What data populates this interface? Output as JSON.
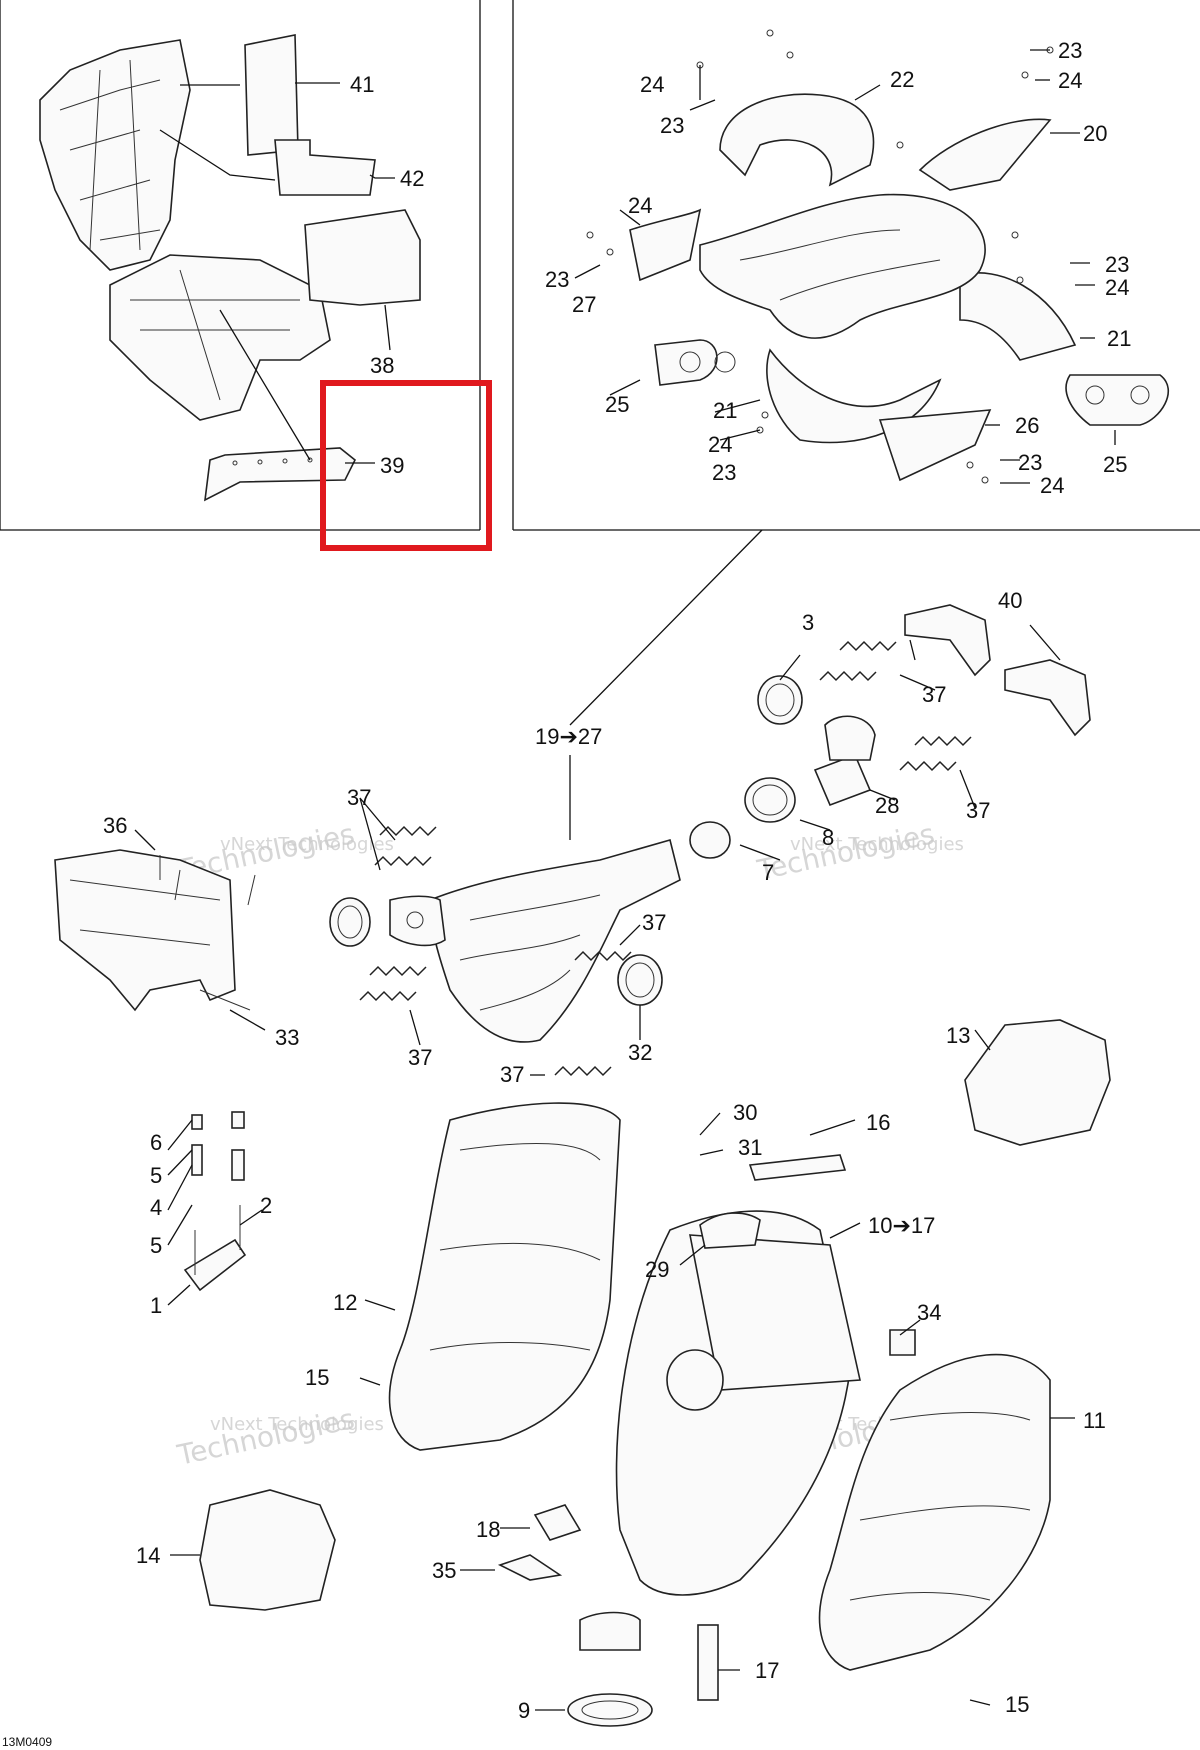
{
  "diagram_code": "13M0409",
  "watermark": {
    "line1": "vNext Technologies",
    "line2": "Technologies"
  },
  "highlight": {
    "color": "#e0191e",
    "target": "39"
  },
  "callouts": {
    "c41": "41",
    "c42": "42",
    "c38": "38",
    "c39": "39",
    "c24a": "24",
    "c23a": "23",
    "c22": "22",
    "c23b": "23",
    "c24b": "24",
    "c20": "20",
    "c24c": "24",
    "c23c": "23",
    "c27": "27",
    "c23d": "23",
    "c24d": "24",
    "c21a": "21",
    "c25a": "25",
    "c21b": "21",
    "c26": "26",
    "c24e": "24",
    "c23e": "23",
    "c23f": "23",
    "c24f": "24",
    "c25b": "25",
    "c3": "3",
    "c40": "40",
    "c37a": "37",
    "c19": "19➔27",
    "c28": "28",
    "c37b": "37",
    "c37c": "37",
    "c36": "36",
    "c8": "8",
    "c7": "7",
    "c37d": "37",
    "c33": "33",
    "c37e": "37",
    "c32": "32",
    "c37f": "37",
    "c13": "13",
    "c6": "6",
    "c5a": "5",
    "c4": "4",
    "c5b": "5",
    "c2": "2",
    "c1": "1",
    "c30": "30",
    "c31": "31",
    "c16": "16",
    "c10": "10➔17",
    "c29": "29",
    "c34": "34",
    "c12": "12",
    "c15a": "15",
    "c11": "11",
    "c18": "18",
    "c35": "35",
    "c14": "14",
    "c17": "17",
    "c9": "9",
    "c15b": "15"
  }
}
